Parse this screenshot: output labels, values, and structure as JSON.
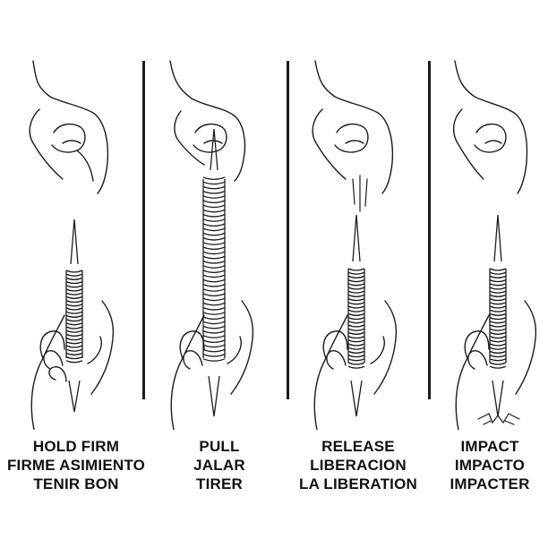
{
  "steps": [
    {
      "lines": [
        "HOLD FIRM",
        "FIRME ASIMIENTO",
        "TENIR BON"
      ]
    },
    {
      "lines": [
        "PULL",
        "JALAR",
        "TIRER"
      ]
    },
    {
      "lines": [
        "RELEASE",
        "LIBERACION",
        "LA LIBERATION"
      ]
    },
    {
      "lines": [
        "IMPACT",
        "IMPACTO",
        "IMPACTER"
      ]
    }
  ],
  "colors": {
    "ink": "#1c1c1c",
    "background": "#ffffff"
  },
  "icons": [
    "upper-hand-icon",
    "lower-hand-icon",
    "spring-tool-icon",
    "motion-lines-icon",
    "impact-burst-icon"
  ]
}
